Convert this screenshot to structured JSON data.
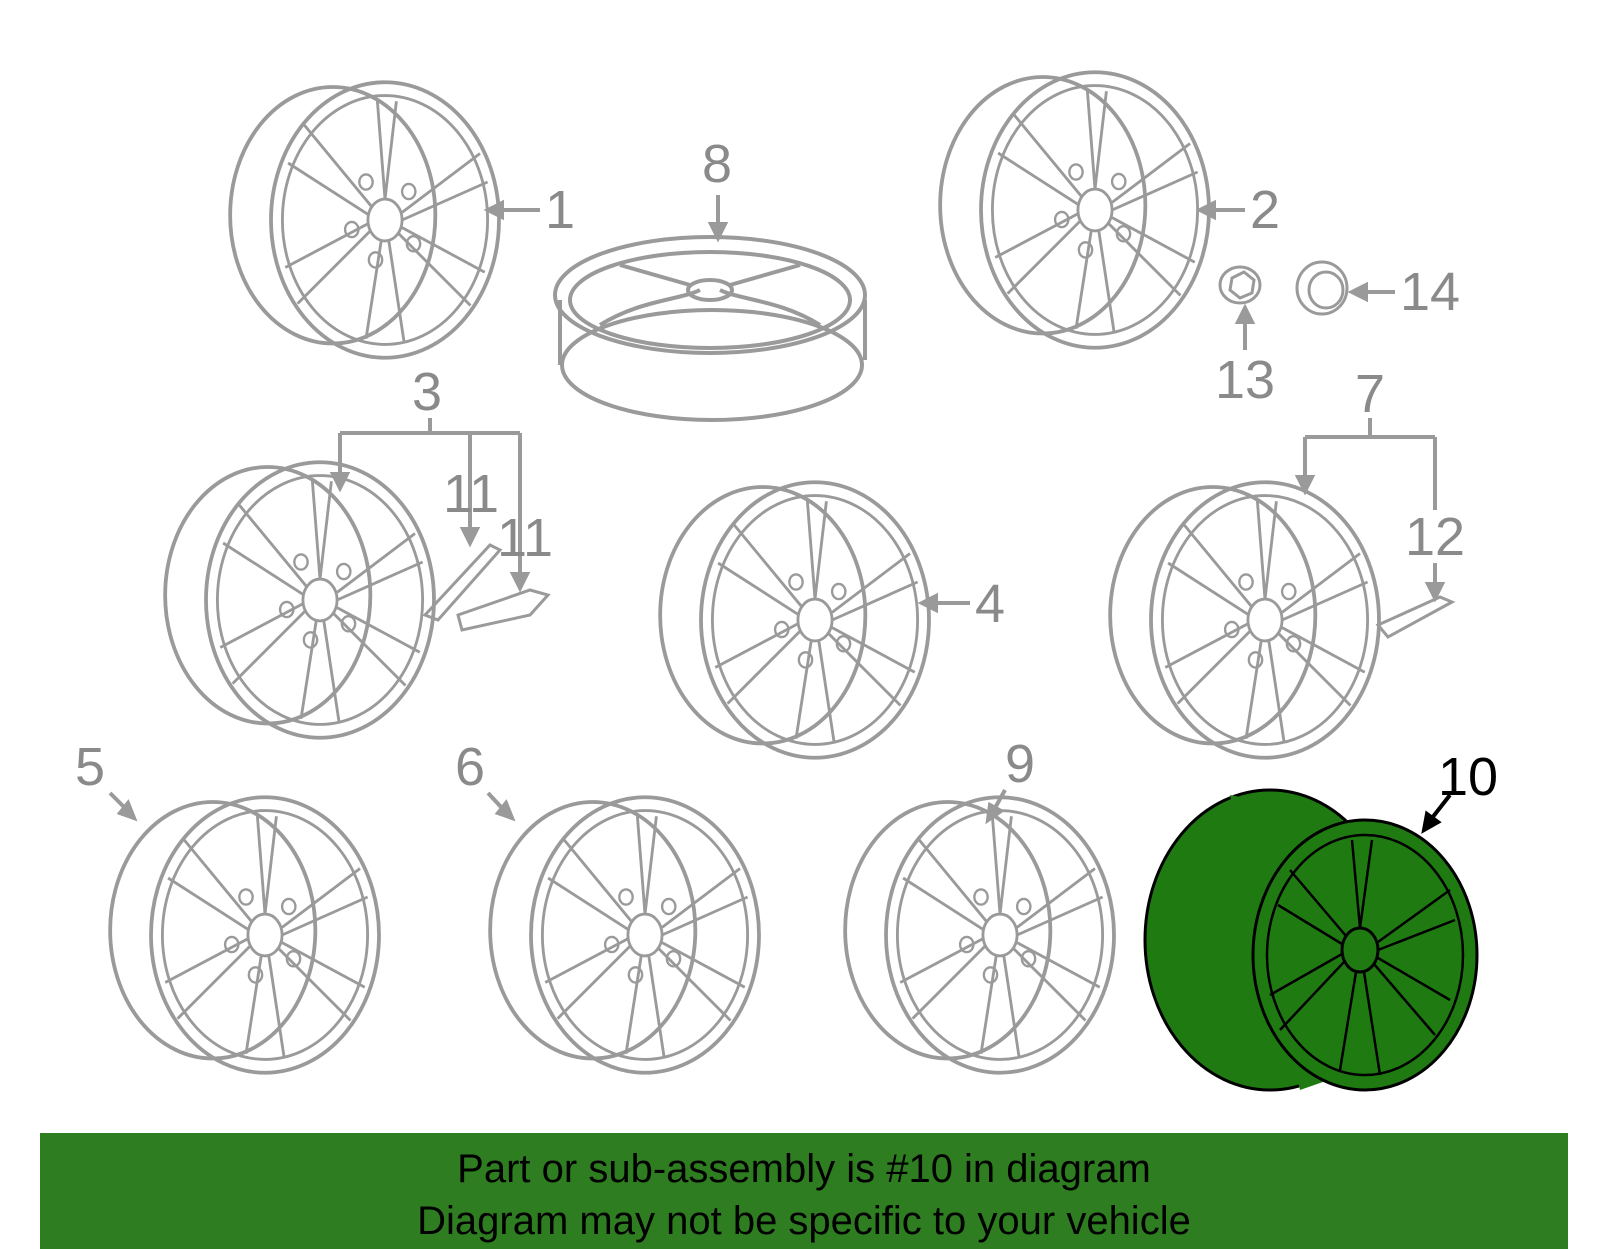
{
  "callouts": {
    "c1": "1",
    "c2": "2",
    "c3": "3",
    "c4": "4",
    "c5": "5",
    "c6": "6",
    "c7": "7",
    "c8": "8",
    "c9": "9",
    "c10": "10",
    "c11a": "11",
    "c11b": "11",
    "c12": "12",
    "c13": "13",
    "c14": "14"
  },
  "highlighted_part": "10",
  "colors": {
    "line": "#9a9a9a",
    "highlight_fill": "#1f7a12",
    "banner_bg": "#2e7d20"
  },
  "banner": {
    "line1": "Part or sub-assembly is #10 in diagram",
    "line2": "Diagram may not be specific to your vehicle"
  }
}
